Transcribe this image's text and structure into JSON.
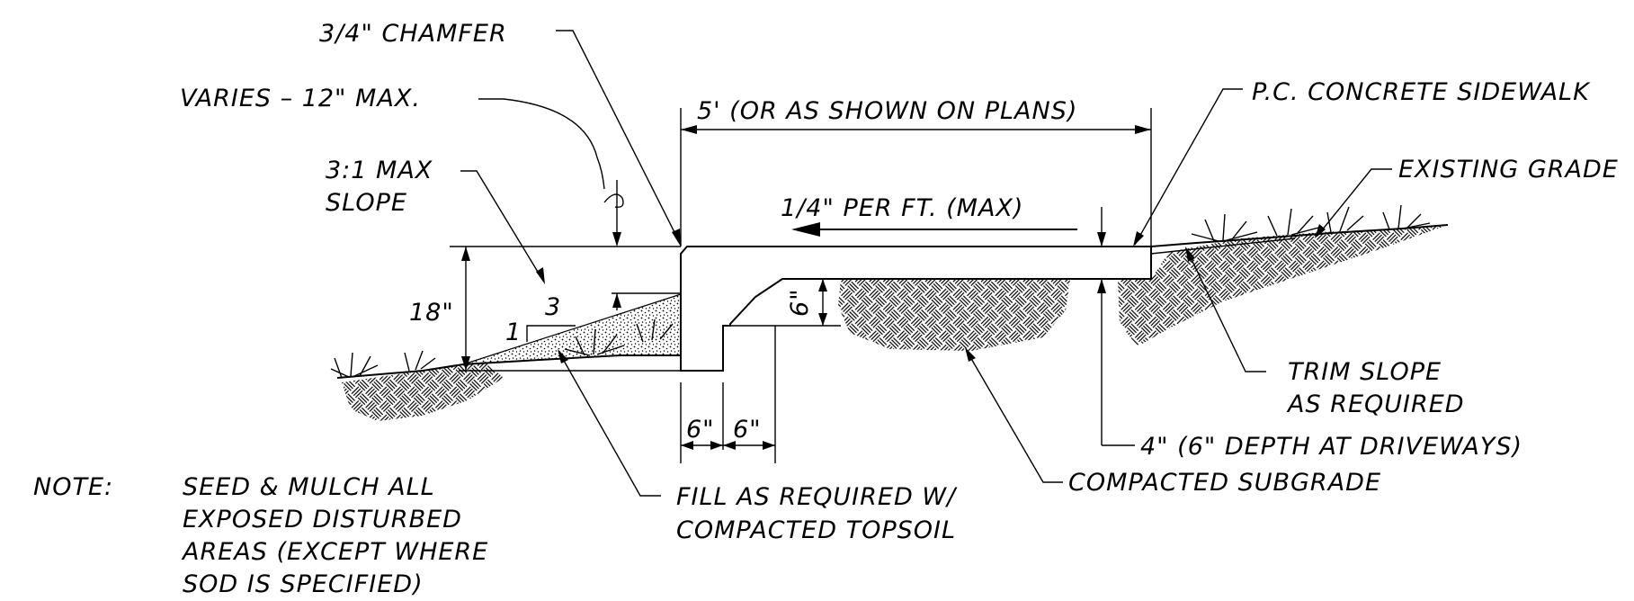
{
  "labels": {
    "chamfer": "3/4\" CHAMFER",
    "varies": "VARIES – 12\" MAX.",
    "slope_line1": "3:1 MAX",
    "slope_line2": "SLOPE",
    "sidewalk_width": "5' (OR AS SHOWN ON PLANS)",
    "pc_sidewalk": "P.C. CONCRETE SIDEWALK",
    "existing_grade": "EXISTING GRADE",
    "cross_slope": "1/4\" PER FT. (MAX)",
    "height_18": "18\"",
    "slope_rise": "1",
    "slope_run": "3",
    "depth_6": "6\"",
    "toe_width_1": "6\"",
    "toe_width_2": "6\"",
    "trim_line1": "TRIM SLOPE",
    "trim_line2": "AS REQUIRED",
    "thickness": "4\" (6\" DEPTH AT DRIVEWAYS)",
    "subgrade": "COMPACTED SUBGRADE",
    "fill_line1": "FILL AS REQUIRED W/",
    "fill_line2": "COMPACTED TOPSOIL"
  },
  "note": {
    "heading": "NOTE:",
    "lines": [
      "SEED & MULCH ALL",
      "EXPOSED DISTURBED",
      "AREAS (EXCEPT WHERE",
      "SOD IS SPECIFIED)"
    ]
  }
}
